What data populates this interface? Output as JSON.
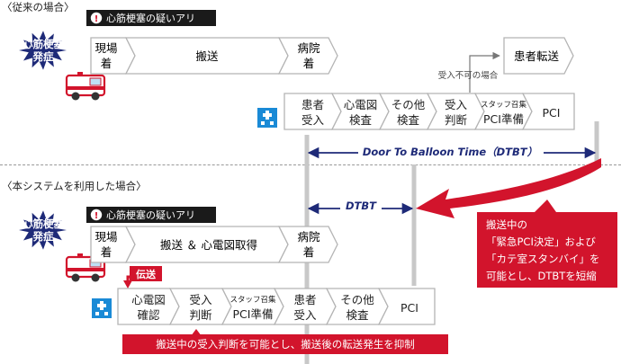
{
  "conventional": {
    "section_label": "〈従来の場合〉",
    "suspect_label": "心筋梗塞の疑いアリ",
    "onset_line1": "心筋梗塞",
    "onset_line2": "発症",
    "step_arrive_line1": "現場",
    "step_arrive_line2": "着",
    "step_transport": "搬送",
    "step_hospital_line1": "病院",
    "step_hospital_line2": "着",
    "refusal_note": "受入不可の場合",
    "transfer_label": "患者転送",
    "hospital_steps": [
      {
        "line1": "患者",
        "line2": "受入",
        "small": ""
      },
      {
        "line1": "心電図",
        "line2": "検査",
        "small": ""
      },
      {
        "line1": "その他",
        "line2": "検査",
        "small": ""
      },
      {
        "line1": "受入",
        "line2": "判断",
        "small": ""
      },
      {
        "line1": "",
        "line2": "PCI準備",
        "small": "スタッフ召集"
      },
      {
        "line1": "PCI",
        "line2": "",
        "small": ""
      }
    ],
    "dtbt_label": "Door To Balloon Time（DTBT）"
  },
  "new_system": {
    "section_label": "〈本システムを利用した場合〉",
    "suspect_label": "心筋梗塞の疑いアリ",
    "onset_line1": "心筋梗塞",
    "onset_line2": "発症",
    "step_arrive_line1": "現場",
    "step_arrive_line2": "着",
    "step_transport": "搬送 ＆ 心電図取得",
    "step_hospital_line1": "病院",
    "step_hospital_line2": "着",
    "transmit_label": "伝送",
    "hospital_steps": [
      {
        "line1": "心電図",
        "line2": "確認",
        "small": ""
      },
      {
        "line1": "受入",
        "line2": "判断",
        "small": ""
      },
      {
        "line1": "",
        "line2": "PCI準備",
        "small": "スタッフ召集"
      },
      {
        "line1": "患者",
        "line2": "受入",
        "small": ""
      },
      {
        "line1": "その他",
        "line2": "検査",
        "small": ""
      },
      {
        "line1": "PCI",
        "line2": "",
        "small": ""
      }
    ],
    "dtbt_label": "DTBT",
    "bottom_note": "搬送中の受入判断を可能とし、搬送後の転送発生を抑制"
  },
  "callout": {
    "line1": "搬送中の",
    "line2": "「緊急PCI決定」および",
    "line3": "「カテ室スタンバイ」を",
    "line4": "可能とし、DTBTを短縮"
  },
  "colors": {
    "navy": "#1e2a78",
    "accent_red": "#d2142c",
    "hospital_blue": "#1a8ad6",
    "chevron_fill": "#ffffff",
    "chevron_stroke": "#b4b4b4",
    "guide_gray": "#c8c8c8"
  },
  "icons": {
    "warning": "exclamation-circle-icon",
    "ambulance": "ambulance-icon",
    "hospital": "hospital-building-icon"
  }
}
